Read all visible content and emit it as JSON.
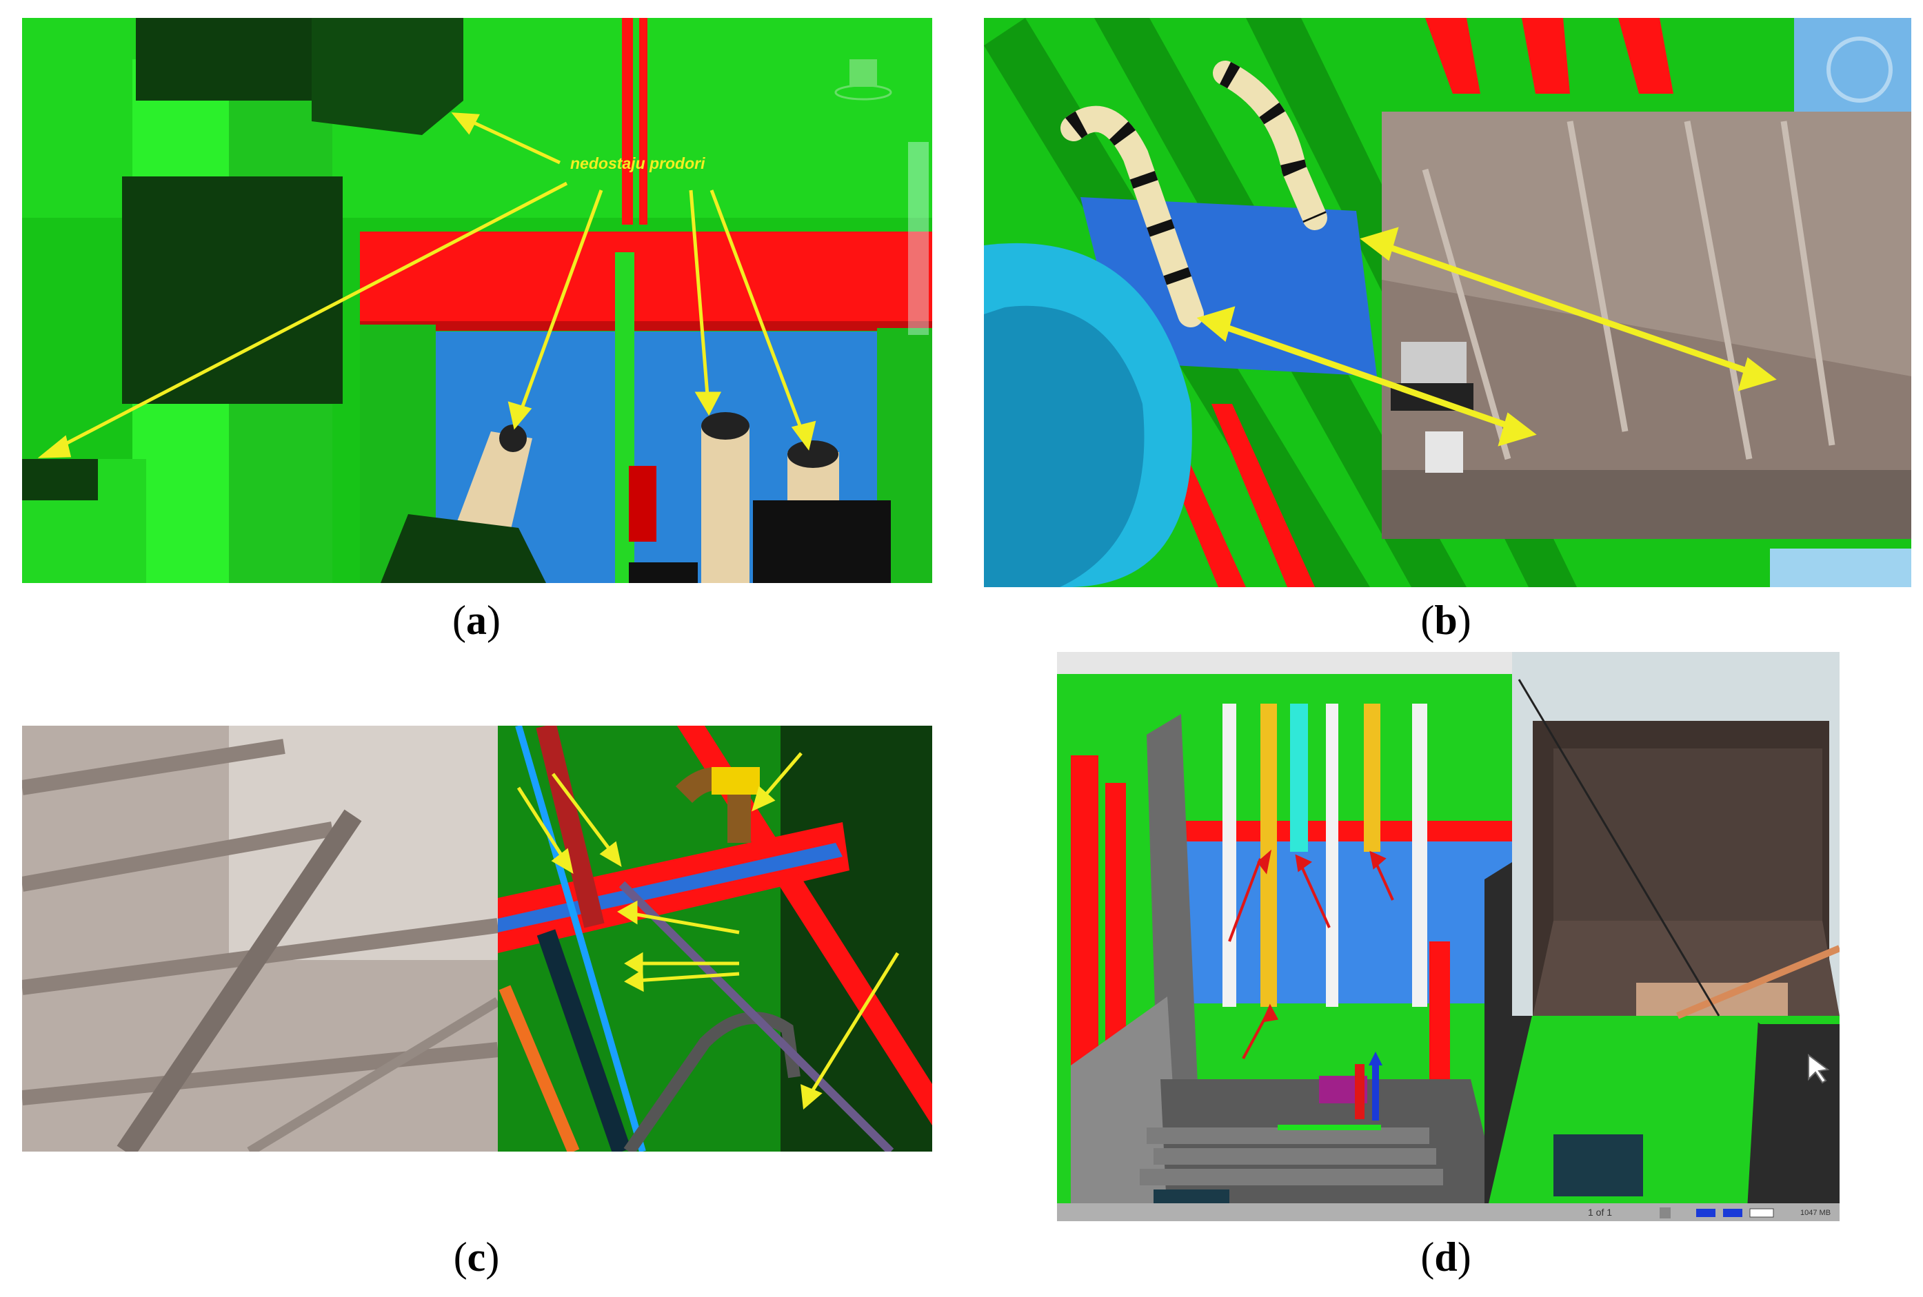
{
  "panels": {
    "a": {
      "label": "a",
      "annotation": "nedostaju prodori"
    },
    "b": {
      "label": "b"
    },
    "c": {
      "label": "c"
    },
    "d": {
      "label": "d",
      "page_indicator": "1 of 1",
      "memory": "1047 MB"
    }
  },
  "colors": {
    "model_green": "#17c417",
    "bright_green": "#2bf02b",
    "dark_green": "#0a7a0a",
    "structure_red": "#ff1212",
    "plate_blue": "#2a84d8",
    "pipe_beige": "#e7d2a8",
    "arrow_yellow": "#f2ef22",
    "arrow_red": "#e01616",
    "steel_photo": "#9a8a80"
  },
  "icons": [
    "nav-cube-icon",
    "viewer-toolbar-icon",
    "cursor-icon",
    "camera-icon",
    "nav-arrows-icon"
  ]
}
